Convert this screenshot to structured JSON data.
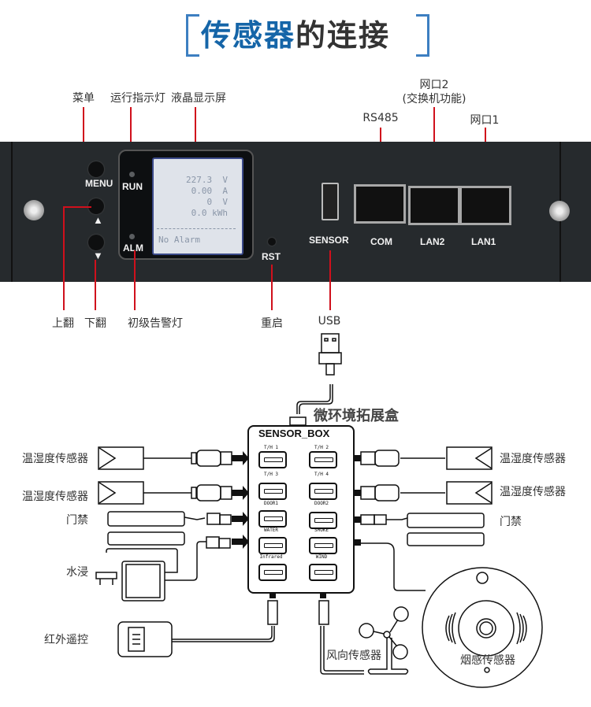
{
  "title": {
    "highlight": "传感器",
    "rest": "的连接",
    "accent_color": "#1565a8"
  },
  "panel_callouts_top": {
    "menu": "菜单",
    "run_indicator": "运行指示灯",
    "lcd": "液晶显示屏",
    "rs485": "RS485",
    "lan2_line1": "网口2",
    "lan2_line2": "(交换机功能)",
    "lan1": "网口1"
  },
  "panel_callouts_bottom": {
    "page_up": "上翻",
    "page_down": "下翻",
    "alarm_indicator": "初级告警灯",
    "reset": "重启",
    "usb": "USB"
  },
  "panel_silkscreen": {
    "menu": "MENU",
    "run": "RUN",
    "alm": "ALM",
    "rst": "RST",
    "sensor": "SENSOR",
    "com": "COM",
    "lan2": "LAN2",
    "lan1": "LAN1"
  },
  "lcd": {
    "rows": [
      "227.3  V",
      "0.00  A",
      "0  V",
      "0.0 kWh"
    ],
    "status": "No Alarm"
  },
  "sensor_box": {
    "caption": "微环境拓展盒",
    "label": "SENSOR_BOX",
    "ports": [
      "T/H 1",
      "T/H 2",
      "T/H 3",
      "T/H 4",
      "DOOR1",
      "DOOR2",
      "WATER",
      "SMOKE",
      "Infrared",
      "WIND"
    ]
  },
  "sensors": {
    "th_left_1": "温湿度传感器",
    "th_left_2": "温湿度传感器",
    "door_left": "门禁",
    "water": "水浸",
    "infrared": "红外遥控",
    "th_right_1": "温湿度传感器",
    "th_right_2": "温湿度传感器",
    "door_right": "门禁",
    "wind": "风向传感器",
    "smoke": "烟感传感器"
  },
  "colors": {
    "callout_line": "#d0101c",
    "panel": "#262a2d"
  }
}
